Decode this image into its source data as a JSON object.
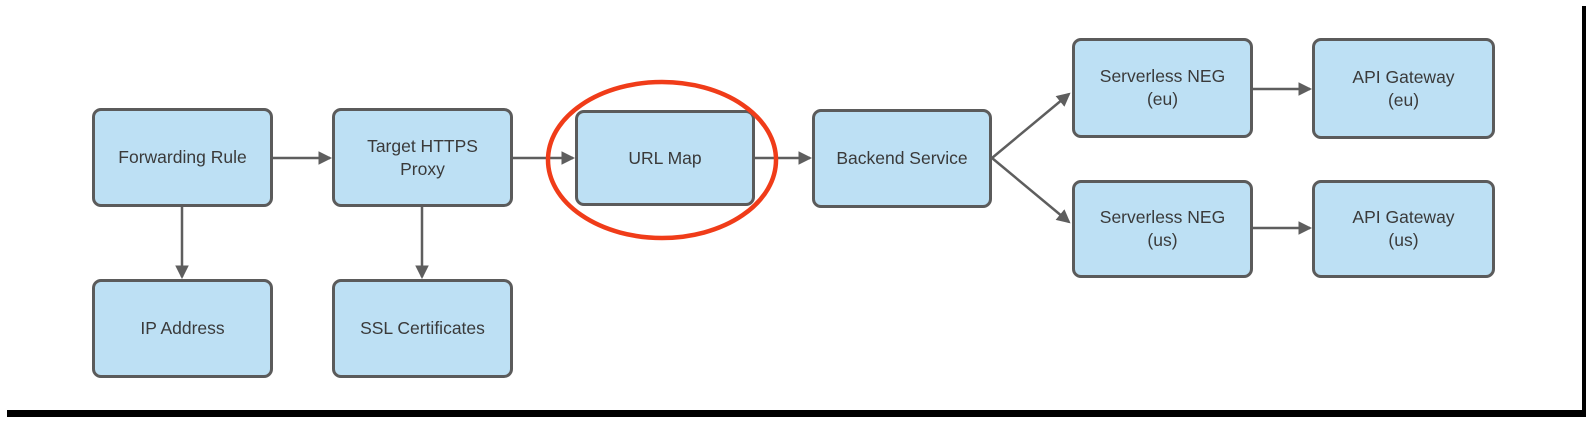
{
  "colors": {
    "node_fill": "#bde0f4",
    "node_border": "#5b5b5b",
    "node_text": "#3a3a3a",
    "connector": "#5e5e5e",
    "highlight_ellipse": "#f03c19",
    "frame": "#000000",
    "background": "#ffffff"
  },
  "diagram": {
    "type": "flowchart",
    "nodes": {
      "forwarding_rule": {
        "line1": "Forwarding Rule",
        "line2": ""
      },
      "target_https_proxy": {
        "line1": "Target HTTPS",
        "line2": "Proxy"
      },
      "url_map": {
        "line1": "URL Map",
        "line2": ""
      },
      "backend_service": {
        "line1": "Backend Service",
        "line2": ""
      },
      "serverless_neg_eu": {
        "line1": "Serverless NEG",
        "line2": "(eu)"
      },
      "api_gateway_eu": {
        "line1": "API Gateway",
        "line2": "(eu)"
      },
      "serverless_neg_us": {
        "line1": "Serverless NEG",
        "line2": "(us)"
      },
      "api_gateway_us": {
        "line1": "API Gateway",
        "line2": "(us)"
      },
      "ip_address": {
        "line1": "IP Address",
        "line2": ""
      },
      "ssl_certificates": {
        "line1": "SSL Certificates",
        "line2": ""
      }
    },
    "edges": [
      {
        "from": "Forwarding Rule",
        "to": "Target HTTPS Proxy"
      },
      {
        "from": "Forwarding Rule",
        "to": "IP Address"
      },
      {
        "from": "Target HTTPS Proxy",
        "to": "URL Map"
      },
      {
        "from": "Target HTTPS Proxy",
        "to": "SSL Certificates"
      },
      {
        "from": "URL Map",
        "to": "Backend Service"
      },
      {
        "from": "Backend Service",
        "to": "Serverless NEG (eu)"
      },
      {
        "from": "Backend Service",
        "to": "Serverless NEG (us)"
      },
      {
        "from": "Serverless NEG (eu)",
        "to": "API Gateway (eu)"
      },
      {
        "from": "Serverless NEG (us)",
        "to": "API Gateway (us)"
      }
    ],
    "highlight": {
      "shape": "ellipse",
      "around": "URL Map",
      "color": "#f03c19"
    }
  }
}
